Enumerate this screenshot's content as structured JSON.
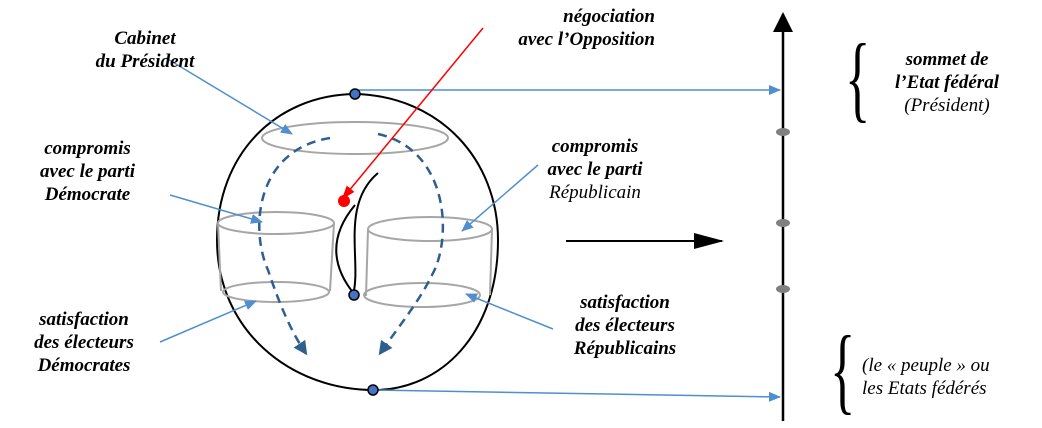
{
  "labels": {
    "cabinet": [
      "Cabinet",
      "du Président"
    ],
    "negociation": [
      "négociation",
      "avec l’Opposition"
    ],
    "compromis_dem": [
      "compromis",
      "avec le parti",
      "Démocrate"
    ],
    "compromis_rep": [
      "compromis",
      "avec le parti",
      "Républicain"
    ],
    "satisfaction_dem": [
      "satisfaction",
      "des électeurs",
      "Démocrates"
    ],
    "satisfaction_rep": [
      "satisfaction",
      "des électeurs",
      "Républicains"
    ],
    "sommet": [
      "sommet de",
      "l’Etat fédéral",
      "(Président)"
    ],
    "peuple": [
      "(le « peuple » ou",
      "les Etats fédérés"
    ]
  },
  "colors": {
    "leader": "#4f8fd0",
    "red": "#ff0000",
    "dashed": "#2f5f8e",
    "outline": "#000000",
    "ring": "#a6a6a6",
    "dot_blue": "#4472c4",
    "axis_tick": "#808080"
  }
}
